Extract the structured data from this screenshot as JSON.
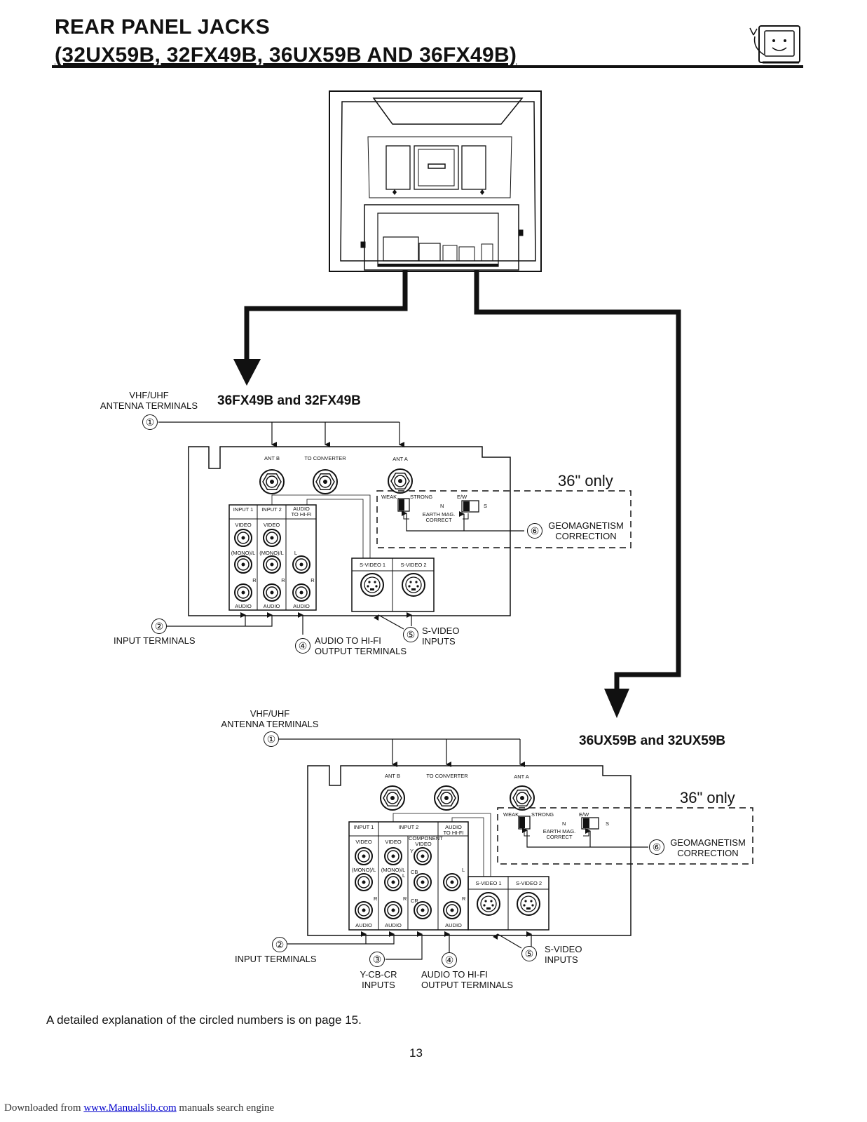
{
  "header": {
    "title_line1": "REAR PANEL JACKS",
    "title_line2": "(32UX59B, 32FX49B, 36UX59B AND 36FX49B)",
    "mascot_icon": "tv-mascot-icon"
  },
  "panel_fx": {
    "model_label": "36FX49B and 32FX49B",
    "antenna_label_line1": "VHF/UHF",
    "antenna_label_line2": "ANTENNA TERMINALS",
    "ant_b": "ANT B",
    "to_converter": "TO CONVERTER",
    "ant_a": "ANT A",
    "only36": "36\" only",
    "input1": "INPUT 1",
    "input2": "INPUT 2",
    "audio_hifi_line1": "AUDIO",
    "audio_hifi_line2": "TO HI-FI",
    "video": "VIDEO",
    "mono_l": "(MONO)/L",
    "l": "L",
    "r": "R",
    "audio": "AUDIO",
    "svideo1": "S-VIDEO 1",
    "svideo2": "S-VIDEO 2",
    "weak": "WEAK",
    "strong": "STRONG",
    "ew": "E/W",
    "n": "N",
    "s": "S",
    "earth_line1": "EARTH MAG.",
    "earth_line2": "CORRECT",
    "callouts": {
      "c1": "①",
      "c2": "②",
      "c4": "④",
      "c5": "⑤",
      "c6": "⑥",
      "input_terminals": "INPUT TERMINALS",
      "audio_out_line1": "AUDIO TO HI-FI",
      "audio_out_line2": "OUTPUT TERMINALS",
      "svideo_in_line1": "S-VIDEO",
      "svideo_in_line2": "INPUTS",
      "geo_line1": "GEOMAGNETISM",
      "geo_line2": "CORRECTION"
    }
  },
  "panel_ux": {
    "model_label": "36UX59B and 32UX59B",
    "antenna_label_line1": "VHF/UHF",
    "antenna_label_line2": "ANTENNA TERMINALS",
    "ant_b": "ANT B",
    "to_converter": "TO CONVERTER",
    "ant_a": "ANT A",
    "only36": "36\" only",
    "input1": "INPUT 1",
    "input2": "INPUT 2",
    "audio_hifi_line1": "AUDIO",
    "audio_hifi_line2": "TO HI-FI",
    "component_line1": "COMPONENT",
    "component_line2": "VIDEO",
    "y": "Y",
    "cb": "CB",
    "cr": "CR",
    "video": "VIDEO",
    "mono_l": "(MONO)/L",
    "l": "L",
    "r": "R",
    "audio": "AUDIO",
    "svideo1": "S-VIDEO 1",
    "svideo2": "S-VIDEO 2",
    "weak": "WEAK",
    "strong": "STRONG",
    "ew": "E/W",
    "n": "N",
    "s": "S",
    "earth_line1": "EARTH MAG.",
    "earth_line2": "CORRECT",
    "callouts": {
      "c1": "①",
      "c2": "②",
      "c3": "③",
      "c4": "④",
      "c5": "⑤",
      "c6": "⑥",
      "input_terminals": "INPUT TERMINALS",
      "ycbcr_line1": "Y-CB-CR",
      "ycbcr_line2": "INPUTS",
      "audio_out_line1": "AUDIO TO HI-FI",
      "audio_out_line2": "OUTPUT TERMINALS",
      "svideo_in_line1": "S-VIDEO",
      "svideo_in_line2": "INPUTS",
      "geo_line1": "GEOMAGNETISM",
      "geo_line2": "CORRECTION"
    }
  },
  "footer": {
    "note": "A detailed explanation of the circled numbers is on page 15.",
    "page_number": "13",
    "download_prefix": "Downloaded from ",
    "download_link": "www.Manualslib.com",
    "download_suffix": " manuals search engine"
  }
}
